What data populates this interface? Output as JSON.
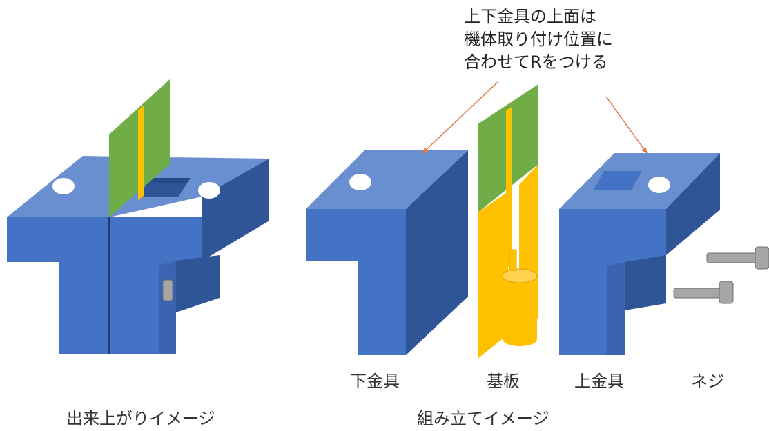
{
  "annotation": {
    "lines": [
      "上下金具の上面は",
      "機体取り付け位置に",
      "合わせてRをつける"
    ]
  },
  "labels": {
    "lower_fitting": "下金具",
    "board": "基板",
    "upper_fitting": "上金具",
    "screw": "ネジ"
  },
  "captions": {
    "finished": "出来上がりイメージ",
    "assembly": "組み立てイメージ"
  },
  "colors": {
    "metal_front": "#4472c4",
    "metal_top": "#6a8fd0",
    "metal_side": "#2f5597",
    "board_green": "#70ad47",
    "board_gold": "#ffc000",
    "hole": "#ffffff",
    "screw_gray": "#a6a6a6",
    "arrow": "#e07b4a"
  }
}
